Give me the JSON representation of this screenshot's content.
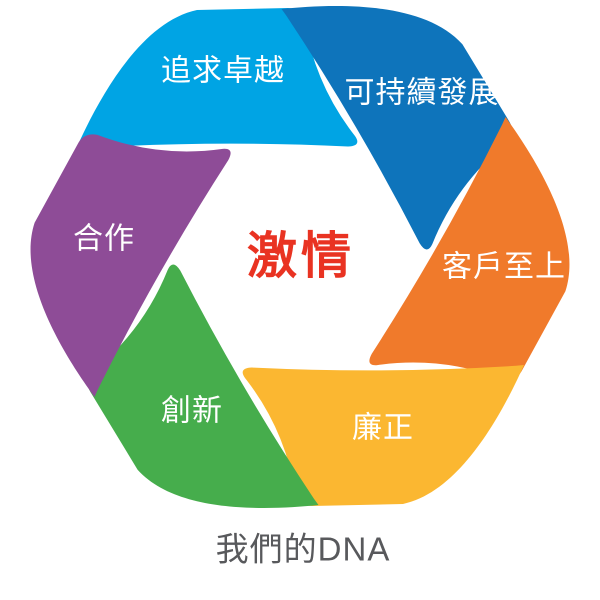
{
  "background": "#FFFFFF",
  "label_color": "#FFFFFF",
  "center": {
    "label": "激情",
    "color": "#E93322"
  },
  "caption": {
    "text": "我們的DNA",
    "color": "#58595C"
  },
  "segments": [
    {
      "id": "pursue-excellence",
      "label": "追求卓越",
      "color": "#00A4E4",
      "position": "top-left"
    },
    {
      "id": "sustainable-development",
      "label": "可持續發展",
      "color": "#0E74BB",
      "position": "top-right"
    },
    {
      "id": "customer-first",
      "label": "客戶至上",
      "color": "#F07A2B",
      "position": "right"
    },
    {
      "id": "integrity",
      "label": "廉正",
      "color": "#FBB731",
      "position": "bottom-right"
    },
    {
      "id": "innovation",
      "label": "創新",
      "color": "#46AD4C",
      "position": "bottom-left"
    },
    {
      "id": "cooperation",
      "label": "合作",
      "color": "#8E4C97",
      "position": "left"
    }
  ]
}
